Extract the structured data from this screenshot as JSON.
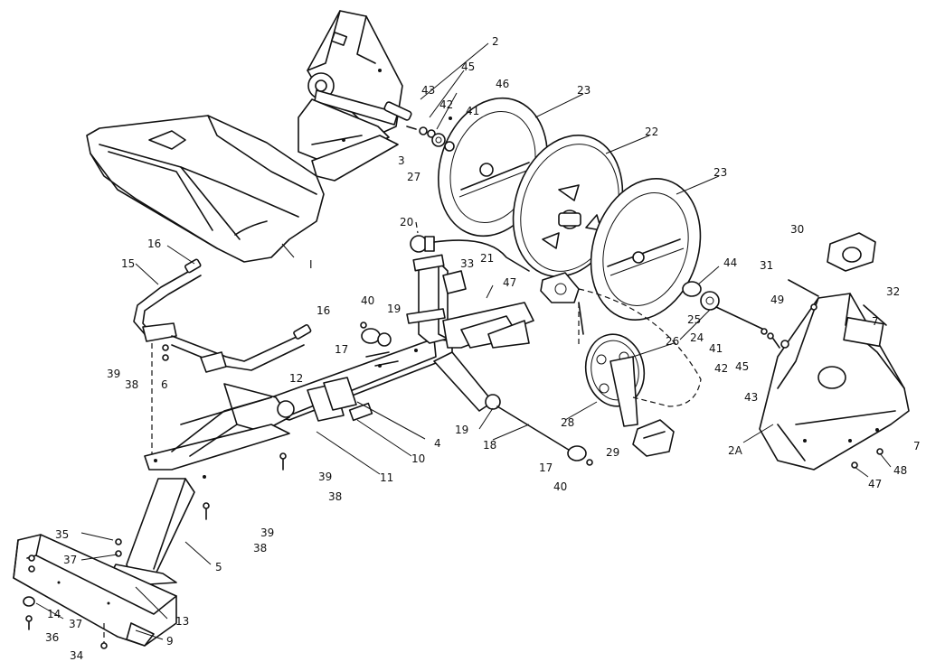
{
  "labels": [
    {
      "id": "2",
      "text": "2"
    },
    {
      "id": "45a",
      "text": "45"
    },
    {
      "id": "43a",
      "text": "43"
    },
    {
      "id": "42a",
      "text": "42"
    },
    {
      "id": "41a",
      "text": "41"
    },
    {
      "id": "46",
      "text": "46"
    },
    {
      "id": "23a",
      "text": "23"
    },
    {
      "id": "3",
      "text": "3"
    },
    {
      "id": "27",
      "text": "27"
    },
    {
      "id": "22",
      "text": "22"
    },
    {
      "id": "23b",
      "text": "23"
    },
    {
      "id": "30",
      "text": "30"
    },
    {
      "id": "I",
      "text": "I"
    },
    {
      "id": "16a",
      "text": "16"
    },
    {
      "id": "15",
      "text": "15"
    },
    {
      "id": "20",
      "text": "20"
    },
    {
      "id": "21",
      "text": "21"
    },
    {
      "id": "33",
      "text": "33"
    },
    {
      "id": "47a",
      "text": "47"
    },
    {
      "id": "44",
      "text": "44"
    },
    {
      "id": "31",
      "text": "31"
    },
    {
      "id": "32",
      "text": "32"
    },
    {
      "id": "49",
      "text": "49"
    },
    {
      "id": "7a",
      "text": "7"
    },
    {
      "id": "16b",
      "text": "16"
    },
    {
      "id": "40a",
      "text": "40"
    },
    {
      "id": "19a",
      "text": "19"
    },
    {
      "id": "17a",
      "text": "17"
    },
    {
      "id": "25",
      "text": "25"
    },
    {
      "id": "24",
      "text": "24"
    },
    {
      "id": "26",
      "text": "26"
    },
    {
      "id": "41b",
      "text": "41"
    },
    {
      "id": "42b",
      "text": "42"
    },
    {
      "id": "45b",
      "text": "45"
    },
    {
      "id": "43b",
      "text": "43"
    },
    {
      "id": "39a",
      "text": "39"
    },
    {
      "id": "38a",
      "text": "38"
    },
    {
      "id": "6",
      "text": "6"
    },
    {
      "id": "12",
      "text": "12"
    },
    {
      "id": "4",
      "text": "4"
    },
    {
      "id": "19b",
      "text": "19"
    },
    {
      "id": "18",
      "text": "18"
    },
    {
      "id": "28",
      "text": "28"
    },
    {
      "id": "2A",
      "text": "2A"
    },
    {
      "id": "7b",
      "text": "7"
    },
    {
      "id": "10",
      "text": "10"
    },
    {
      "id": "11",
      "text": "11"
    },
    {
      "id": "39b",
      "text": "39"
    },
    {
      "id": "38b",
      "text": "38"
    },
    {
      "id": "17b",
      "text": "17"
    },
    {
      "id": "29",
      "text": "29"
    },
    {
      "id": "48",
      "text": "48"
    },
    {
      "id": "47b",
      "text": "47"
    },
    {
      "id": "40b",
      "text": "40"
    },
    {
      "id": "39c",
      "text": "39"
    },
    {
      "id": "38c",
      "text": "38"
    },
    {
      "id": "35",
      "text": "35"
    },
    {
      "id": "37a",
      "text": "37"
    },
    {
      "id": "5",
      "text": "5"
    },
    {
      "id": "13",
      "text": "13"
    },
    {
      "id": "14",
      "text": "14"
    },
    {
      "id": "37b",
      "text": "37"
    },
    {
      "id": "36",
      "text": "36"
    },
    {
      "id": "9",
      "text": "9"
    },
    {
      "id": "34",
      "text": "34"
    }
  ]
}
